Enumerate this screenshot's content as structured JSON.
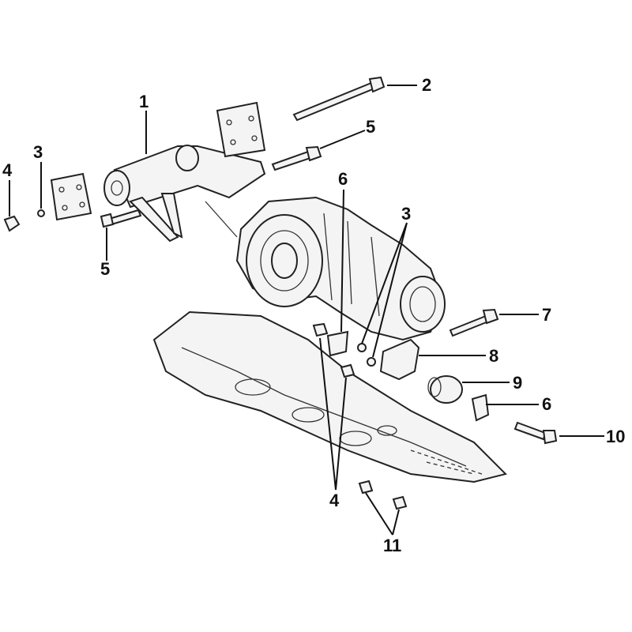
{
  "diagram": {
    "title": "Transfer case mounting exploded view",
    "callouts": [
      "1",
      "2",
      "5",
      "3",
      "4",
      "5",
      "6",
      "3",
      "7",
      "8",
      "9",
      "6",
      "10",
      "4",
      "11"
    ]
  }
}
